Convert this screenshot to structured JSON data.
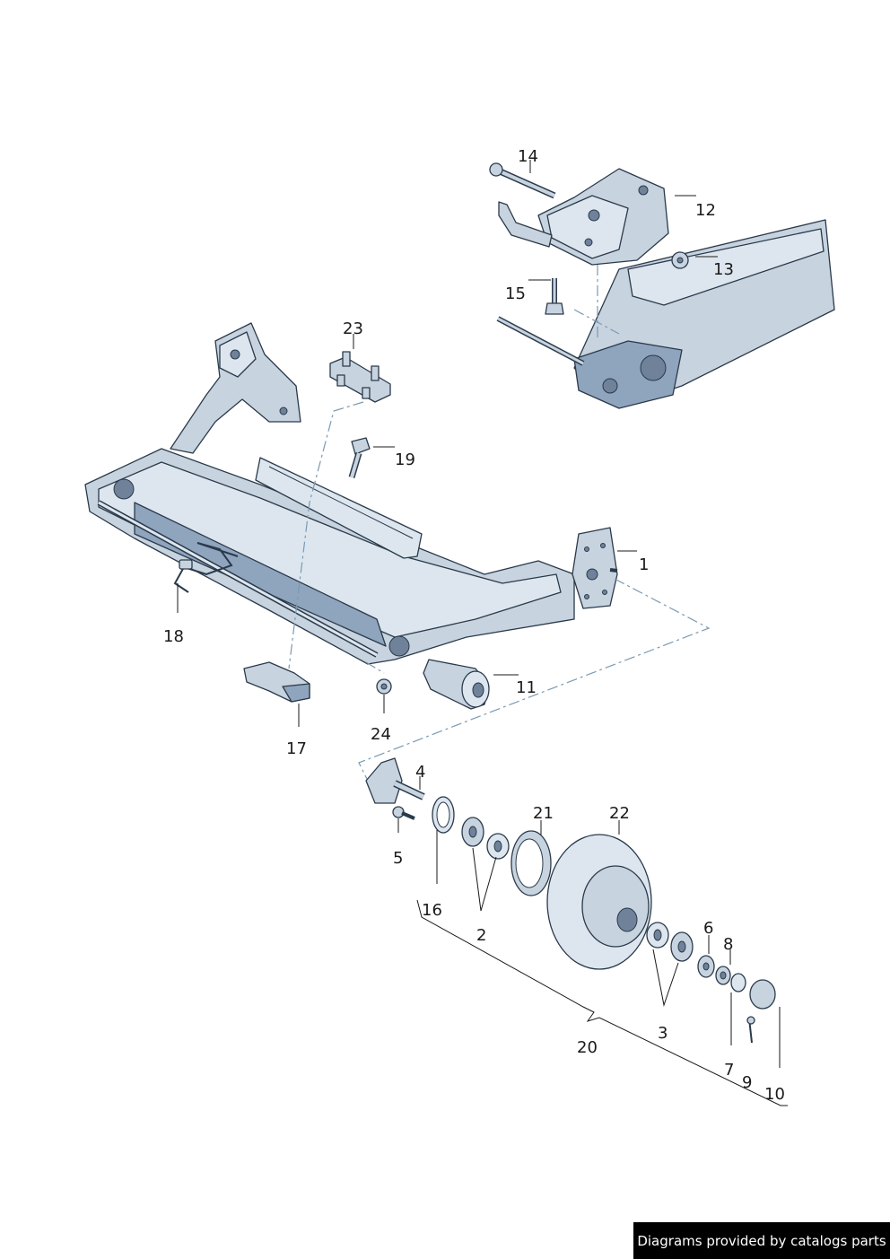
{
  "callouts": {
    "c1": "1",
    "c2": "2",
    "c3": "3",
    "c4": "4",
    "c5": "5",
    "c6": "6",
    "c7": "7",
    "c8": "8",
    "c9": "9",
    "c10": "10",
    "c11": "11",
    "c12": "12",
    "c13": "13",
    "c14": "14",
    "c15": "15",
    "c16": "16",
    "c17": "17",
    "c18": "18",
    "c19": "19",
    "c20": "20",
    "c21": "21",
    "c22": "22",
    "c23": "23",
    "c24": "24"
  },
  "footer": {
    "credit": "Diagrams provided by catalogs parts"
  },
  "colors": {
    "part_fill": "#c8d3e0",
    "part_outline": "#2a3a4a",
    "dash_line": "#7a9ab2",
    "banner_bg": "#000000",
    "banner_text": "#ffffff"
  }
}
